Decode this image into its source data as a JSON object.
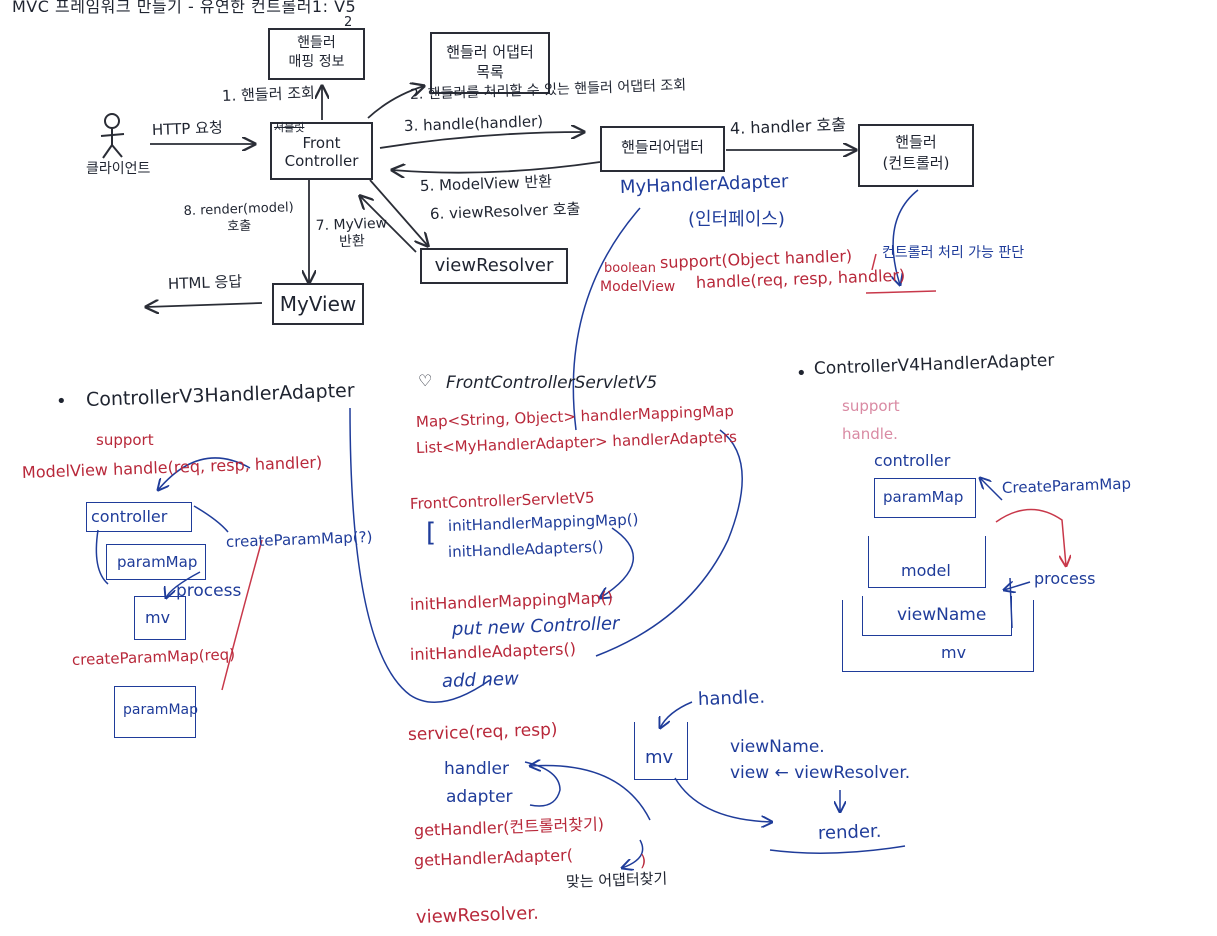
{
  "title": "MVC 프레임워크 만들기 - 유연한 컨트롤러1: V5",
  "colors": {
    "ink": "#1f2430",
    "blue": "#1f3c9a",
    "red": "#b8283a",
    "pink": "#d98aa3"
  },
  "flow": {
    "client_label": "클라이언트",
    "http_request": "HTTP 요청",
    "mapping_box": "핸들러\n매핑 정보",
    "adapter_list_box": "핸들러 어댑터\n목록",
    "front_controller": "Front\nController",
    "front_strike": "서블릿",
    "adapter_box": "핸들러어댑터",
    "handler_box": "핸들러\n(컨트롤러)",
    "view_resolver_box": "viewResolver",
    "my_view_box": "MyView",
    "step_number_2": "2",
    "step1": "1. 핸들러 조회",
    "step2": "2. 핸들러를 처리할 수 있는 핸들러 어댑터 조회",
    "step3": "3. handle(handler)",
    "step4": "4. handler 호출",
    "step5": "5. ModelView 반환",
    "step6": "6. viewResolver 호출",
    "step7": "7. MyView\n반환",
    "step8": "8. render(model)\n호출",
    "html_response": "HTML 응답"
  },
  "interface_note": {
    "name": "MyHandlerAdapter",
    "subtitle": "(인터페이스)",
    "method1_prefix": "boolean",
    "method1": "support(Object handler)",
    "method1_note": "컨트롤러 처리 가능 판단",
    "method2_prefix": "ModelView",
    "method2": "handle(req, resp, handler)"
  },
  "v3_adapter": {
    "bullet": "•",
    "title": "ControllerV3HandlerAdapter",
    "support": "support",
    "handle_sig": "ModelView handle(req, resp, handler)",
    "controller": "controller",
    "param_map": "paramMap",
    "create_param_map_call": "createParamMap(?)",
    "process": "process",
    "mv": "mv",
    "create_param_map_def": "createParamMap(req)",
    "param_map2": "paramMap"
  },
  "servlet": {
    "heart": "♡",
    "title": "FrontControllerServletV5",
    "field1": "Map<String, Object> handlerMappingMap",
    "field2": "List<MyHandlerAdapter> handlerAdapters",
    "ctor": "FrontControllerServletV5",
    "ctor_call1": "initHandlerMappingMap()",
    "ctor_call2": "initHandleAdapters()",
    "init1": "initHandlerMappingMap()",
    "put_note": "put new Controller",
    "init2": "initHandleAdapters()",
    "add_note": "add new",
    "service": "service(req, resp)",
    "handler_word": "handler",
    "adapter_word": "adapter",
    "get_handler": "getHandler(컨트롤러찾기)",
    "get_handler_adapter": "getHandlerAdapter(",
    "find_adapter_note": "맞는 어댑터찾기",
    "view_resolver": "viewResolver."
  },
  "service_flow": {
    "mv": "mv",
    "handle": "handle.",
    "view_name": "viewName.",
    "view_line": "view ← viewResolver.",
    "render": "render."
  },
  "v4_adapter": {
    "bullet": "•",
    "title": "ControllerV4HandlerAdapter",
    "support": "support",
    "handle": "handle.",
    "controller": "controller",
    "param_map": "paramMap",
    "create_param_map": "CreateParamMap",
    "model": "model",
    "process": "process",
    "view_name": "viewName",
    "mv": "mv"
  }
}
